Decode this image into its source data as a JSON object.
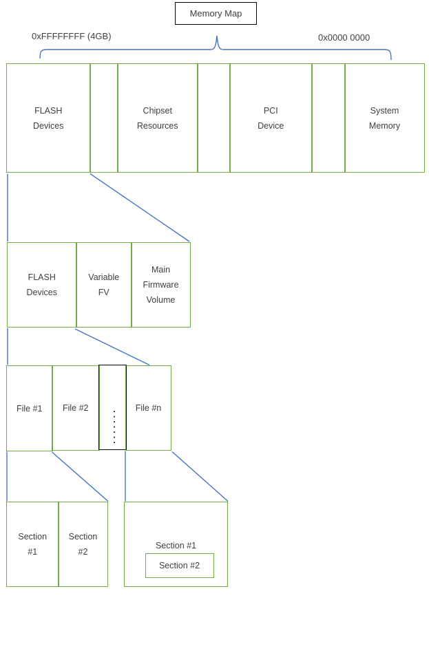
{
  "title": "Memory Map",
  "labels": {
    "high_address": "0xFFFFFFFF (4GB)",
    "low_address": "0x0000 0000"
  },
  "colors": {
    "region_border_green": "#70AD47",
    "connector_blue": "#4472C4",
    "detail_border_black": "#000000",
    "text": "#3F3F3F"
  },
  "icons": {
    "ellipsis": "vertical-dotted-line",
    "brace": "horizontal-curly-brace"
  },
  "memory_map_row": {
    "regions": [
      [
        "FLASH",
        "Devices"
      ],
      [
        "Chipset",
        "Resources"
      ],
      [
        "PCI",
        "Device"
      ],
      [
        "System",
        "Memory"
      ]
    ]
  },
  "flash_detail_row": {
    "regions": [
      [
        "FLASH",
        "Devices"
      ],
      [
        "Variable",
        "FV"
      ],
      [
        "Main",
        "Firmware",
        "Volume"
      ]
    ]
  },
  "files_row": {
    "file_labels": [
      "File #1",
      "File #2",
      "File #n"
    ]
  },
  "sections_row": {
    "left": [
      [
        "Section",
        "#1"
      ],
      [
        "Section",
        "#2"
      ]
    ],
    "right": {
      "label": "Section #1",
      "nested": "Section #2"
    }
  }
}
